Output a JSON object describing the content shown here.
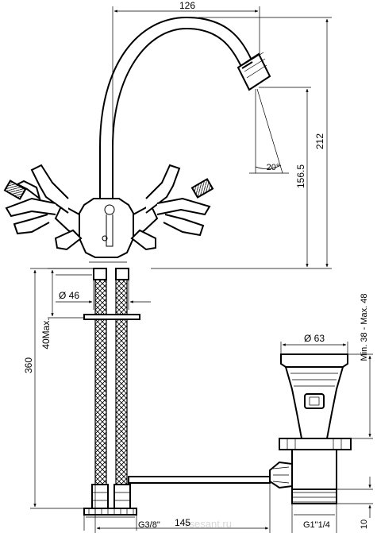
{
  "dimensions": {
    "spout_reach": "126",
    "overall_height": "212",
    "spout_height": "156.5",
    "spout_angle": "20°",
    "hose_diameter": "Ø 46",
    "max_deck": "40Max.",
    "hose_length": "360",
    "hose_connection": "G3/8\"",
    "rod_length": "145",
    "waste_diameter": "Ø 63",
    "waste_range": "Min. 38 - Max. 48",
    "waste_thread": "G1\"1/4",
    "waste_tail": "10"
  },
  "watermark": "vsesant.ru"
}
